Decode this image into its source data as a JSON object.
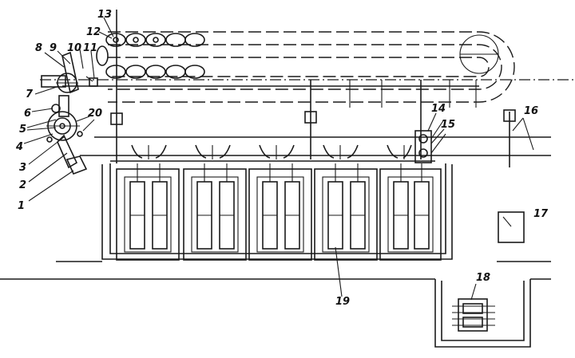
{
  "labels": {
    "l1": "1",
    "l2": "2",
    "l3": "3",
    "l4": "4",
    "l5": "5",
    "l6": "6",
    "l7": "7",
    "l8": "8",
    "l9": "9",
    "l10": "10",
    "l11": "11",
    "l12": "12",
    "l13": "13",
    "l14": "14",
    "l15": "15",
    "l16": "16",
    "l17": "17",
    "l18": "18",
    "l19": "19",
    "l20": "20"
  },
  "counts": {
    "annealing_units": 5
  }
}
